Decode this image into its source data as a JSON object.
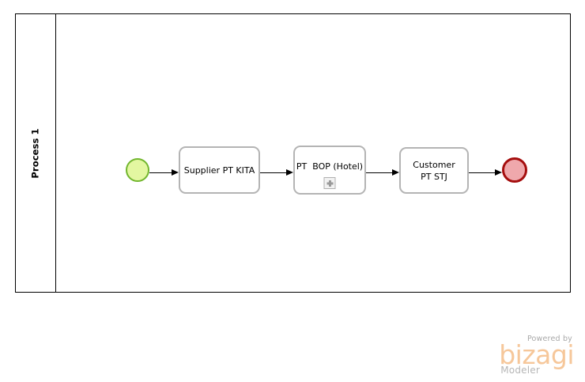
{
  "diagram": {
    "type": "bpmn-process-diagram",
    "pool": {
      "lane_label": "Process 1"
    },
    "elements": [
      {
        "id": "start-event",
        "kind": "start-event",
        "label": "",
        "fill_color": "#e3f7a1",
        "border_color": "#72b62e"
      },
      {
        "id": "task-supplier",
        "kind": "task",
        "label": "Supplier PT KITA",
        "fill_color": "#ffffff",
        "border_color": "#b4b4b4"
      },
      {
        "id": "subprocess-bop",
        "kind": "collapsed-subprocess",
        "label": "PT  BOP (Hotel)",
        "marker": "plus",
        "fill_color": "#ffffff",
        "border_color": "#b4b4b4"
      },
      {
        "id": "task-customer",
        "kind": "task",
        "label": "Customer\nPT STJ",
        "fill_color": "#ffffff",
        "border_color": "#b4b4b4"
      },
      {
        "id": "end-event",
        "kind": "end-event",
        "label": "",
        "fill_color": "#efa8ac",
        "border_color": "#a50e0e"
      }
    ],
    "flows": [
      {
        "id": "flow-1",
        "from": "start-event",
        "to": "task-supplier"
      },
      {
        "id": "flow-2",
        "from": "task-supplier",
        "to": "subprocess-bop"
      },
      {
        "id": "flow-3",
        "from": "subprocess-bop",
        "to": "task-customer"
      },
      {
        "id": "flow-4",
        "from": "task-customer",
        "to": "end-event"
      }
    ]
  },
  "watermark": {
    "powered_by": "Powered by",
    "brand": "bizagi",
    "product": "Modeler",
    "brand_color": "#f6c79a"
  }
}
